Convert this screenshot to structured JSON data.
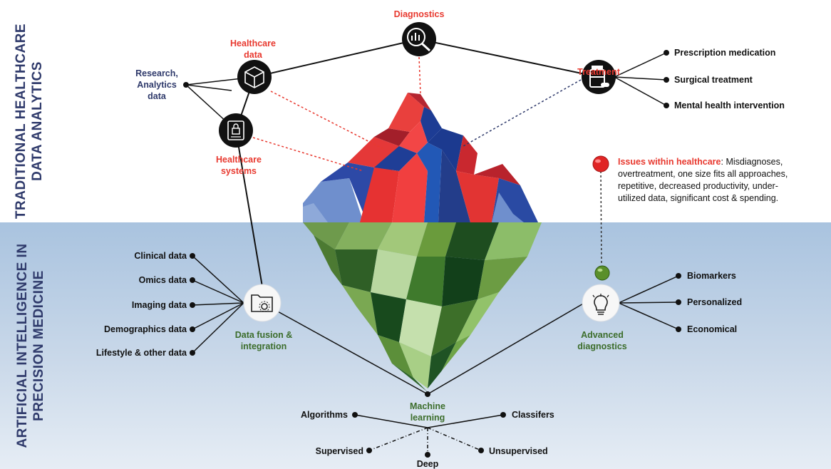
{
  "titles": {
    "top": [
      "TRADITIONAL HEALTHCARE",
      "DATA ANALYTICS"
    ],
    "bottom": [
      "ARTIFICIAL INTELLIGENCE IN",
      "PRECISION MEDICINE"
    ]
  },
  "traditional": {
    "diagnostics": "Diagnostics",
    "healthcare_data": [
      "Healthcare",
      "data"
    ],
    "treatment": "Treatment",
    "research": [
      "Research,",
      "Analytics",
      "data"
    ],
    "healthcare_systems": [
      "Healthcare",
      "systems"
    ],
    "treatment_items": [
      "Prescription medication",
      "Surgical treatment",
      "Mental health intervention"
    ]
  },
  "issues": {
    "head": "Issues within healthcare",
    "body": ": Misdiagnoses, overtreatment, one size fits all approaches, repetitive, decreased productivity, under-utilized data, significant cost & spending."
  },
  "ai": {
    "data_sources": [
      "Clinical data",
      "Omics data",
      "Imaging data",
      "Demographics data",
      "Lifestyle & other data"
    ],
    "data_fusion": [
      "Data fusion &",
      "integration"
    ],
    "advanced_diagnostics": [
      "Advanced",
      "diagnostics"
    ],
    "diag_items": [
      "Biomarkers",
      "Personalized",
      "Economical"
    ],
    "machine_learning": [
      "Machine",
      "learning"
    ],
    "ml_items": {
      "algorithms": "Algorithms",
      "classifiers": "Classifers",
      "supervised": "Supervised",
      "unsupervised": "Unsupervised",
      "deep": "Deep"
    }
  },
  "colors": {
    "navy": "#2f3a6b",
    "red": "#e8392f",
    "green": "#3c6d2b",
    "water": "#a9c3df"
  },
  "icons": {
    "diagnostics": "magnifier-chart-icon",
    "healthcare_data": "cube-network-icon",
    "healthcare_systems": "secure-server-icon",
    "treatment": "pill-bottle-icon",
    "data_fusion": "folder-gear-icon",
    "advanced_diagnostics": "brain-bulb-icon"
  }
}
